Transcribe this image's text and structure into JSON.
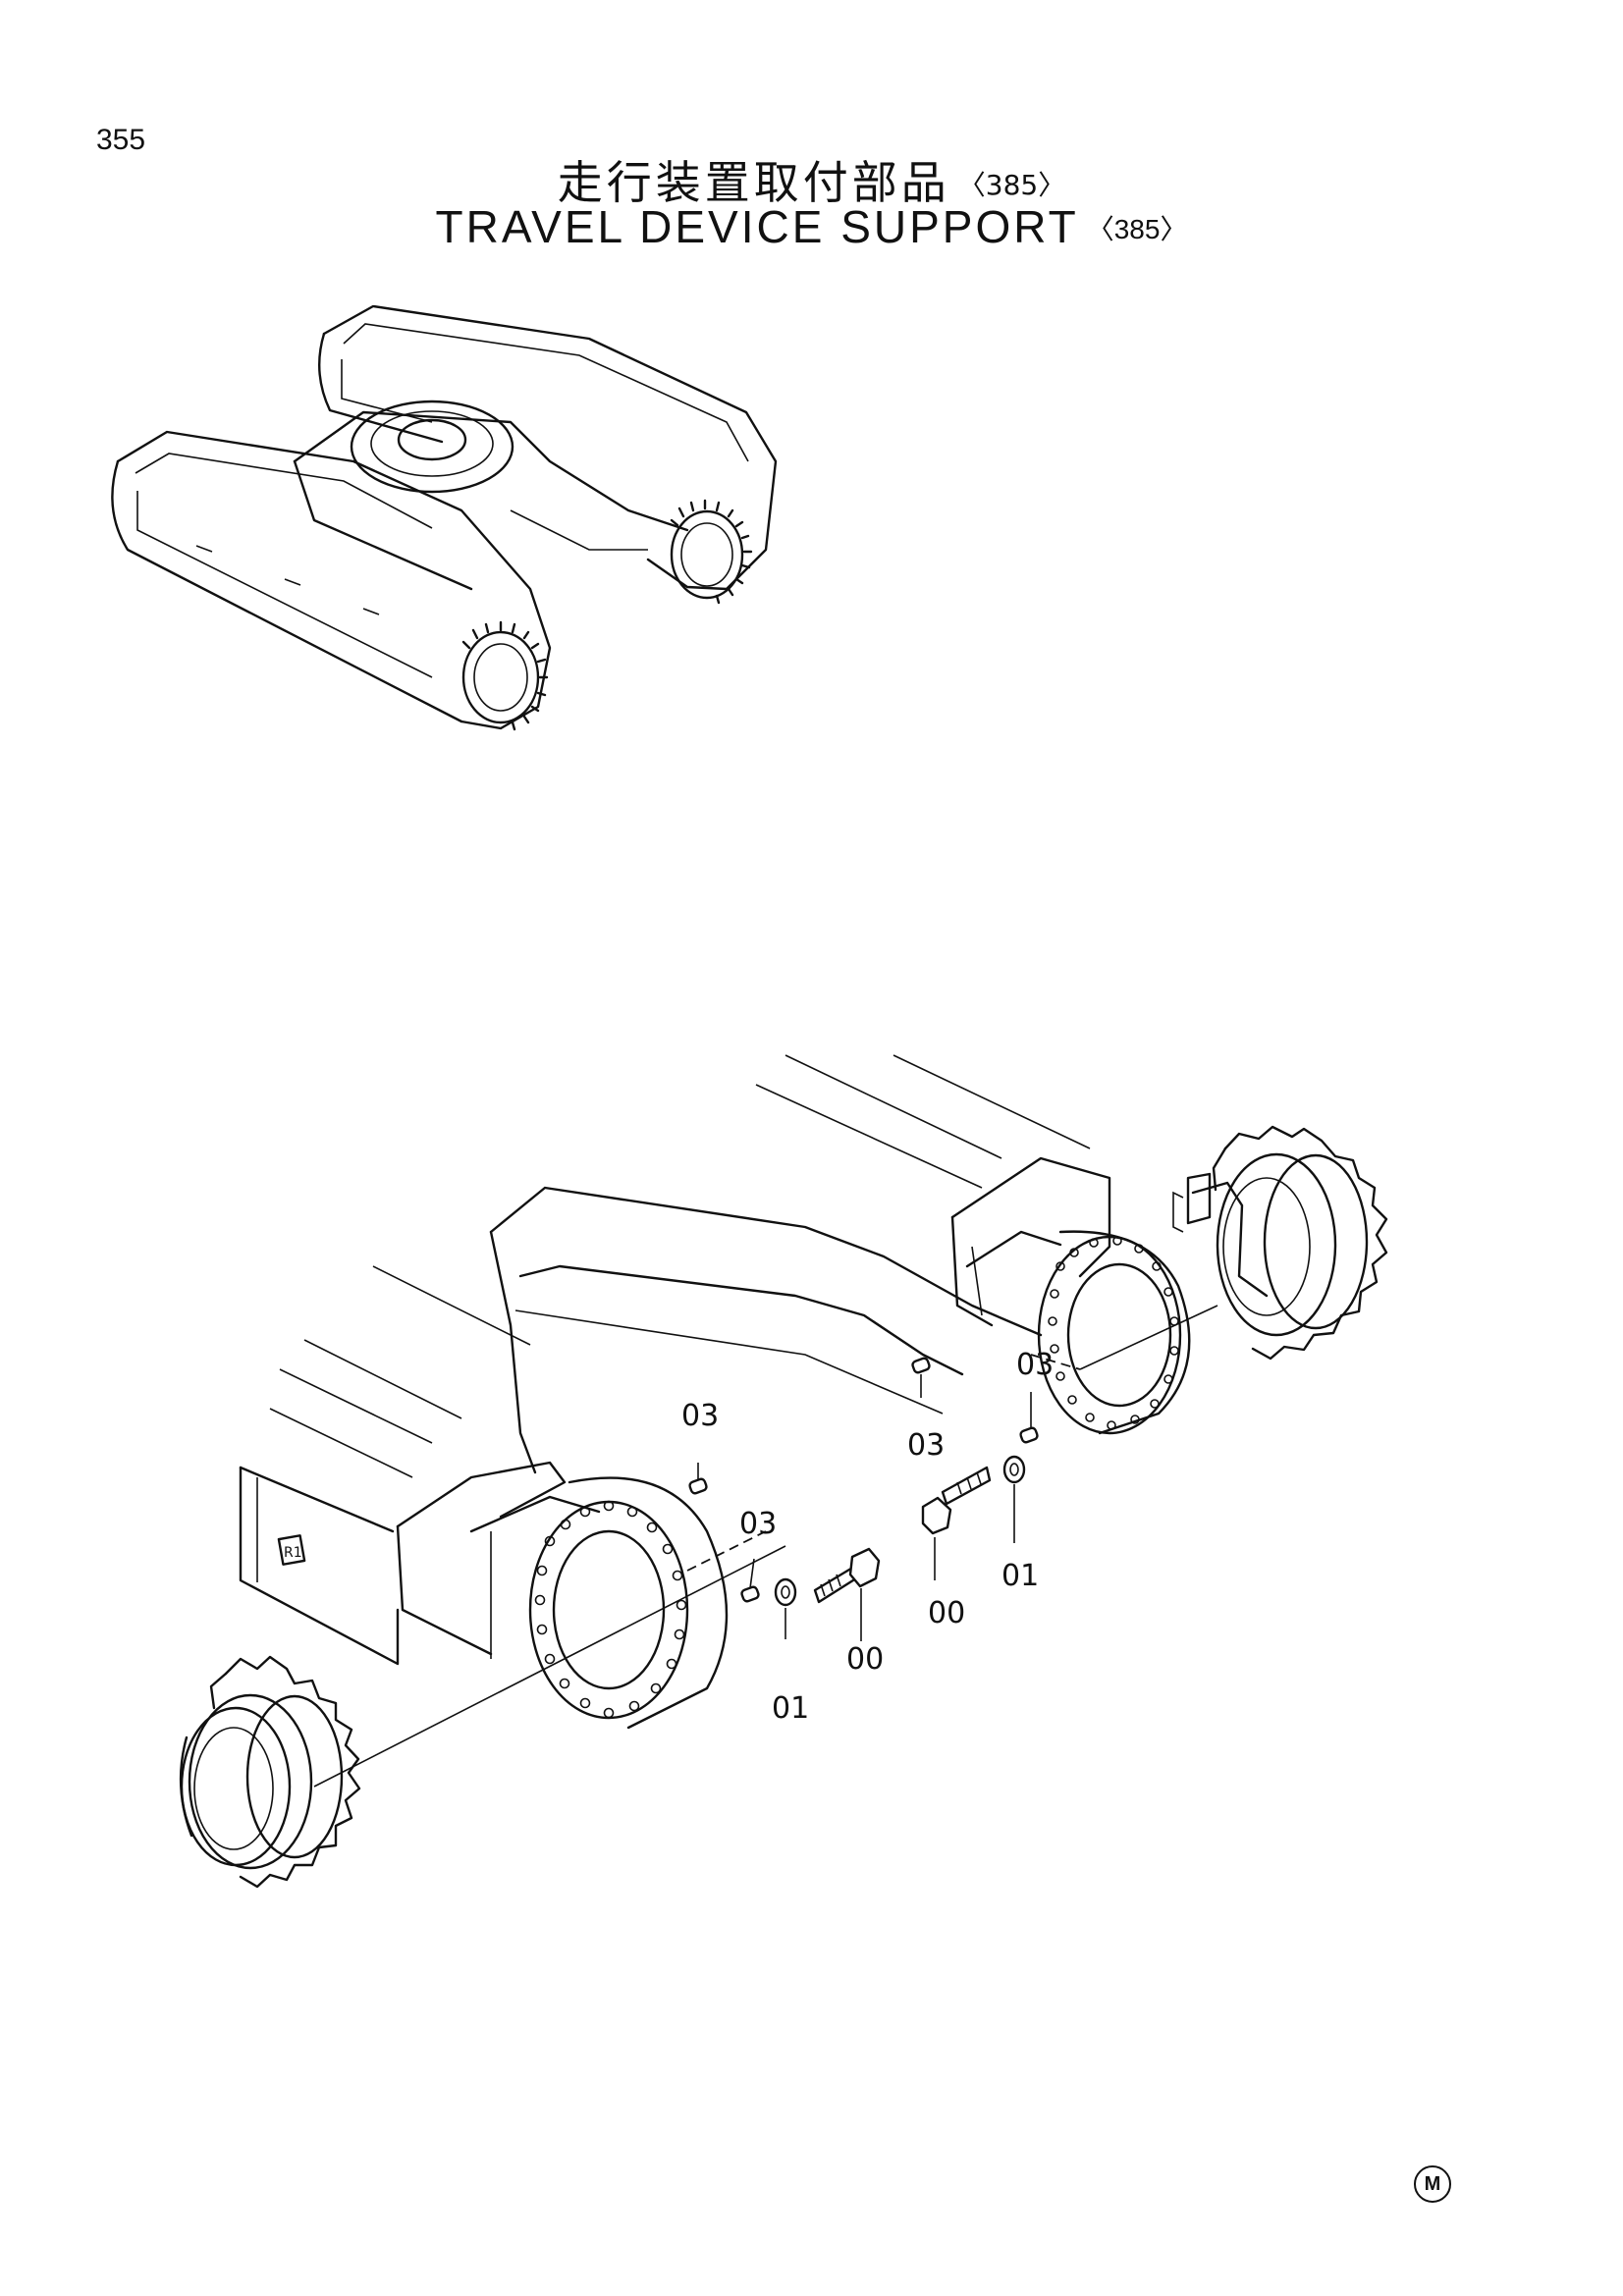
{
  "page": {
    "number": "355"
  },
  "title": {
    "jp": "走行装置取付部品",
    "en": "TRAVEL DEVICE SUPPORT",
    "ref": "〈385〉"
  },
  "callouts": [
    {
      "id": "c1",
      "label": "03"
    },
    {
      "id": "c2",
      "label": "03"
    },
    {
      "id": "c3",
      "label": "01"
    },
    {
      "id": "c4",
      "label": "00"
    },
    {
      "id": "c5",
      "label": "03"
    },
    {
      "id": "c6",
      "label": "03"
    },
    {
      "id": "c7",
      "label": "00"
    },
    {
      "id": "c8",
      "label": "01"
    }
  ],
  "plate_marking": "R1",
  "corner_mark": "M"
}
